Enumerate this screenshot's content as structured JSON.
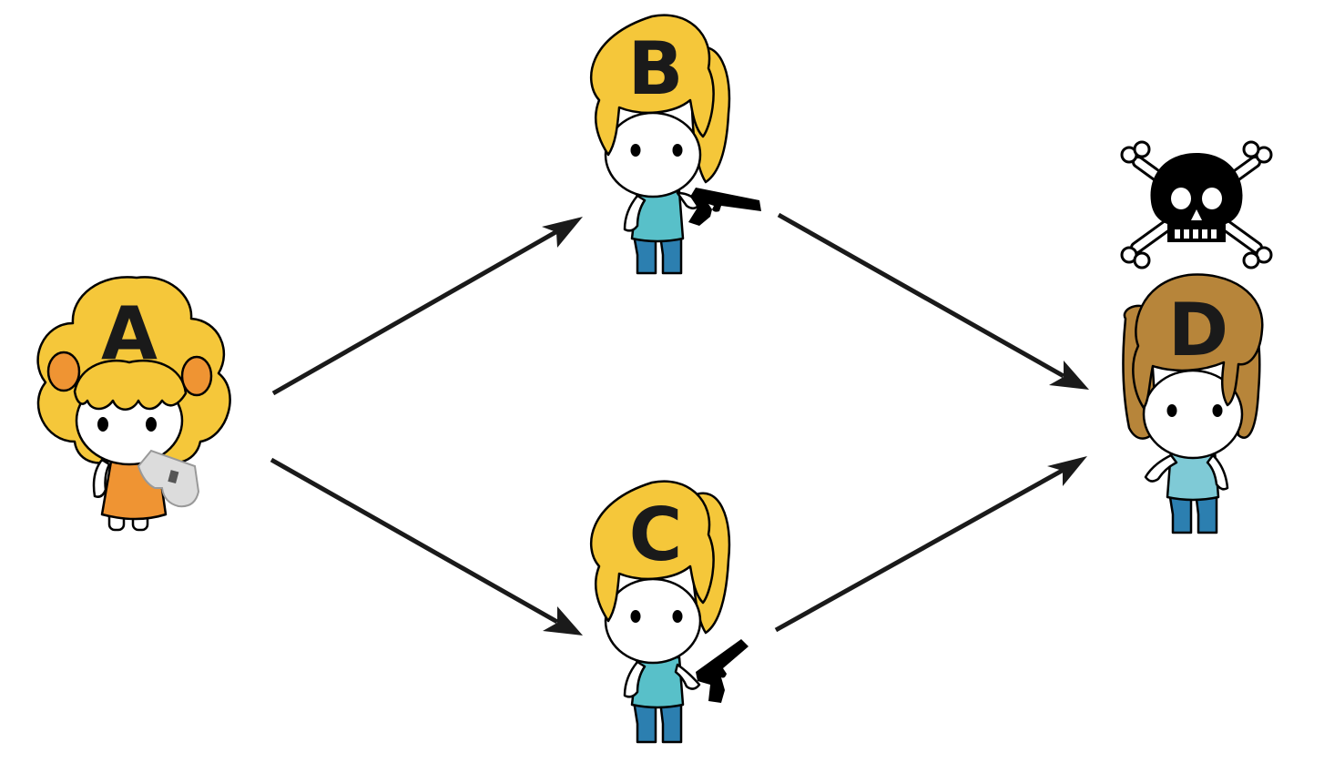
{
  "characters": [
    {
      "id": "A",
      "label": "A",
      "role": "commander",
      "item": "whistle",
      "hair_color": "#f5c73a",
      "outfit_color": "#ef9433"
    },
    {
      "id": "B",
      "label": "B",
      "role": "shooter",
      "item": "pistol",
      "hair_color": "#f5c73a",
      "outfit_color": "#58c0c9"
    },
    {
      "id": "C",
      "label": "C",
      "role": "shooter",
      "item": "pistol",
      "hair_color": "#f5c73a",
      "outfit_color": "#58c0c9"
    },
    {
      "id": "D",
      "label": "D",
      "role": "victim",
      "item": "skull-and-crossbones-icon",
      "hair_color": "#b7853a",
      "outfit_color": "#7fcad6"
    }
  ],
  "edges": [
    {
      "from": "A",
      "to": "B"
    },
    {
      "from": "A",
      "to": "C"
    },
    {
      "from": "B",
      "to": "D"
    },
    {
      "from": "C",
      "to": "D"
    }
  ],
  "colors": {
    "arrow": "#1a1a1a",
    "pants": "#2c7fb0",
    "skin": "#ffffff",
    "outline": "#000000"
  }
}
